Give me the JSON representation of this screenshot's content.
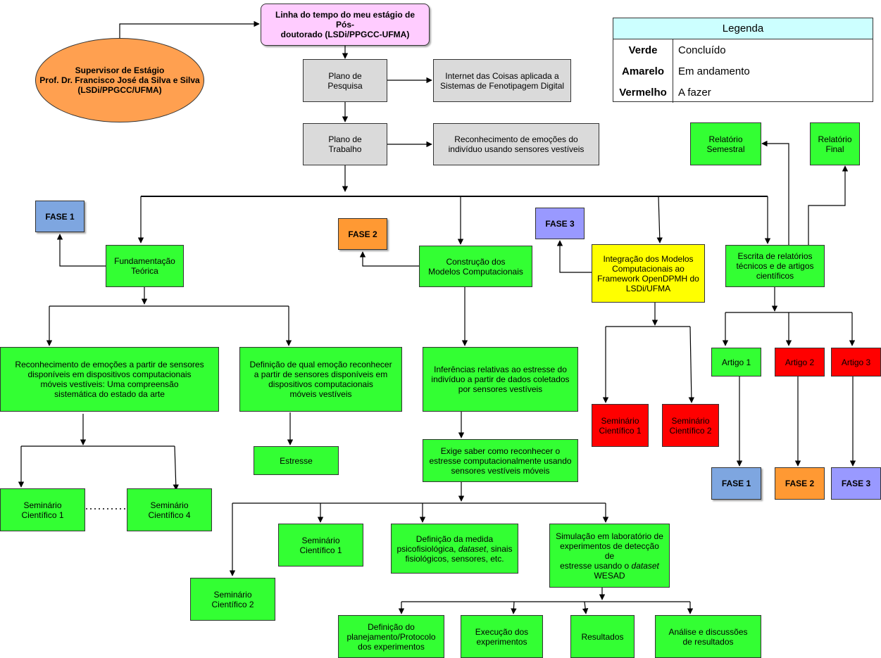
{
  "title": {
    "line1": "Linha do tempo do meu estágio de Pós-",
    "line2": "doutorado (LSDi/PPGCC-UFMA)"
  },
  "supervisor": {
    "line1": "Supervisor de Estágio",
    "line2": "Prof. Dr. Francisco José da Silva e Silva",
    "line3": "(LSDi/PPGCC/UFMA)"
  },
  "legend": {
    "title": "Legenda",
    "rows": [
      {
        "key": "Verde",
        "value": "Concluído"
      },
      {
        "key": "Amarelo",
        "value": "Em andamento"
      },
      {
        "key": "Vermelho",
        "value": "A fazer"
      }
    ]
  },
  "colors": {
    "concluido": "#33ff33",
    "em_andamento": "#ffff00",
    "a_fazer": "#ff0000"
  },
  "plano_pesquisa": {
    "line1": "Plano de",
    "line2": "Pesquisa"
  },
  "tema_pesquisa": {
    "line1": "Internet das Coisas aplicada a",
    "line2": "Sistemas de Fenotipagem Digital"
  },
  "plano_trabalho": {
    "line1": "Plano de",
    "line2": "Trabalho"
  },
  "tema_trabalho": {
    "line1": "Reconhecimento de emoções do",
    "line2": "indivíduo usando sensores vestíveis"
  },
  "relatorio_semestral": {
    "line1": "Relatório",
    "line2": "Semestral"
  },
  "relatorio_final": {
    "line1": "Relatório",
    "line2": "Final"
  },
  "fases": {
    "fase1": "FASE 1",
    "fase2": "FASE 2",
    "fase3": "FASE 3"
  },
  "fundamentacao": {
    "line1": "Fundamentação",
    "line2": "Teórica"
  },
  "construcao": {
    "line1": "Construção dos",
    "line2": "Modelos Computacionais"
  },
  "integracao": {
    "line1": "Integração dos Modelos",
    "line2": "Computacionais ao",
    "line3": "Framework OpenDPMH do",
    "line4": "LSDi/UFMA"
  },
  "escrita": {
    "line1": "Escrita de relatórios",
    "line2": "técnicos e de artigos",
    "line3": "científicos"
  },
  "revisao": {
    "line1": "Reconhecimento de emoções a partir de sensores",
    "line2": "disponíveis em dispositivos computacionais",
    "line3": "móveis vestíveis: Uma compreensão",
    "line4": "sistemática do estado da arte"
  },
  "definicao_emocao": {
    "line1": "Definição de qual emoção reconhecer",
    "line2": "a partir de sensores disponíveis em",
    "line3": "dispositivos computacionais",
    "line4": "móveis vestíveis"
  },
  "estresse": "Estresse",
  "inferencias": {
    "line1": "Inferências relativas ao estresse do",
    "line2": "indivíduo a partir de dados coletados",
    "line3": "por sensores vestíveis"
  },
  "exige": {
    "line1": "Exige saber como reconhecer o",
    "line2": "estresse computacionalmente usando",
    "line3": "sensores vestíveis móveis"
  },
  "seminarios": {
    "line1": "Seminário",
    "c1": "Científico 1",
    "c2": "Científico 2",
    "c4": "Científico 4"
  },
  "artigos": {
    "a1": "Artigo 1",
    "a2": "Artigo 2",
    "a3": "Artigo 3"
  },
  "medida": {
    "line1": "Definição da medida",
    "line2a": "psicofisiológica, ",
    "line2b": "dataset",
    "line2c": ", sinais",
    "line3": "fisiológicos, sensores, etc."
  },
  "simulacao": {
    "line1": "Simulação em laboratório de",
    "line2": "experimentos de detecção de",
    "line3a": "estresse usando o ",
    "line3b": "dataset",
    "line4": "WESAD"
  },
  "planejamento": {
    "line1": "Definição do",
    "line2": "planejamento/Protocolo",
    "line3": "dos experimentos"
  },
  "execucao": {
    "line1": "Execução dos",
    "line2": "experimentos"
  },
  "resultados": "Resultados",
  "analise": {
    "line1": "Análise e discussões",
    "line2": "de resultados"
  }
}
